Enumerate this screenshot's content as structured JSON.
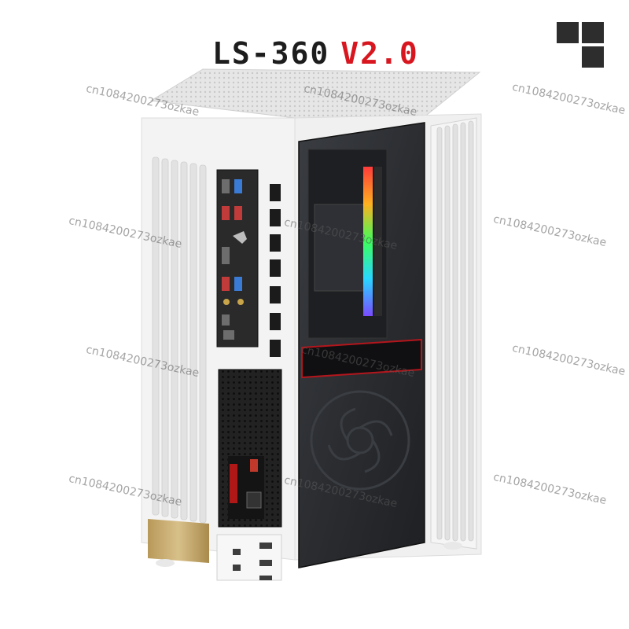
{
  "header": {
    "model_name": "LS-360",
    "version": "V2.0"
  },
  "watermark_text": "cn1084200273ozkae",
  "colors": {
    "version_red": "#d8161f",
    "case_white": "#f4f4f4",
    "glass_dark": "#2a2c30",
    "psu_black": "#1c1c1c",
    "gold_badge": "#c0a35a"
  }
}
